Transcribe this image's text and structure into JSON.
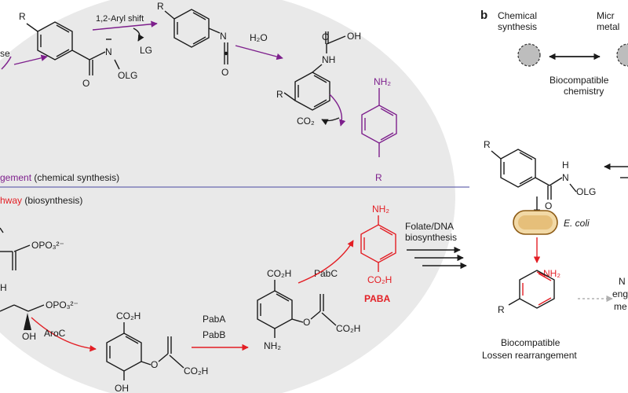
{
  "panel_b": {
    "label": "b",
    "chemical_synthesis": [
      "Chemical",
      "synthesis"
    ],
    "microbial_metabolism_partial": [
      "Micr",
      "metal"
    ],
    "biocompatible_chemistry": [
      "Biocompatible",
      "chemistry"
    ],
    "organism": "E. coli",
    "caption": [
      "Biocompatible",
      "Lossen rearrangement"
    ],
    "cutoff_text": [
      "N",
      "eng",
      "me"
    ]
  },
  "lossen": {
    "label_start": "se",
    "aryl_shift": "1,2-Aryl shift",
    "leaving_group": "LG",
    "olg": "OLG",
    "water": "H₂O",
    "co2": "CO₂",
    "section_purple": "gement",
    "section_rest": " (chemical synthesis)"
  },
  "biosynthesis": {
    "section_red": "hway",
    "section_rest": " (biosynthesis)",
    "aroC": "AroC",
    "pabA": "PabA",
    "pabB": "PabB",
    "pabC": "PabC",
    "paba": "PABA",
    "folate": [
      "Folate/DNA",
      "biosynthesis"
    ],
    "oh": "OH",
    "co2h": "CO₂H",
    "nh2": "NH₂",
    "opo3": "OPO₃²⁻"
  },
  "colors": {
    "purple": "#7d1f8c",
    "red": "#e31e24",
    "gray_bg": "#e9e9e9",
    "divider": "#6a6ab0",
    "cell_fill": "#f2d9a6",
    "cell_stroke": "#8c5a14"
  }
}
